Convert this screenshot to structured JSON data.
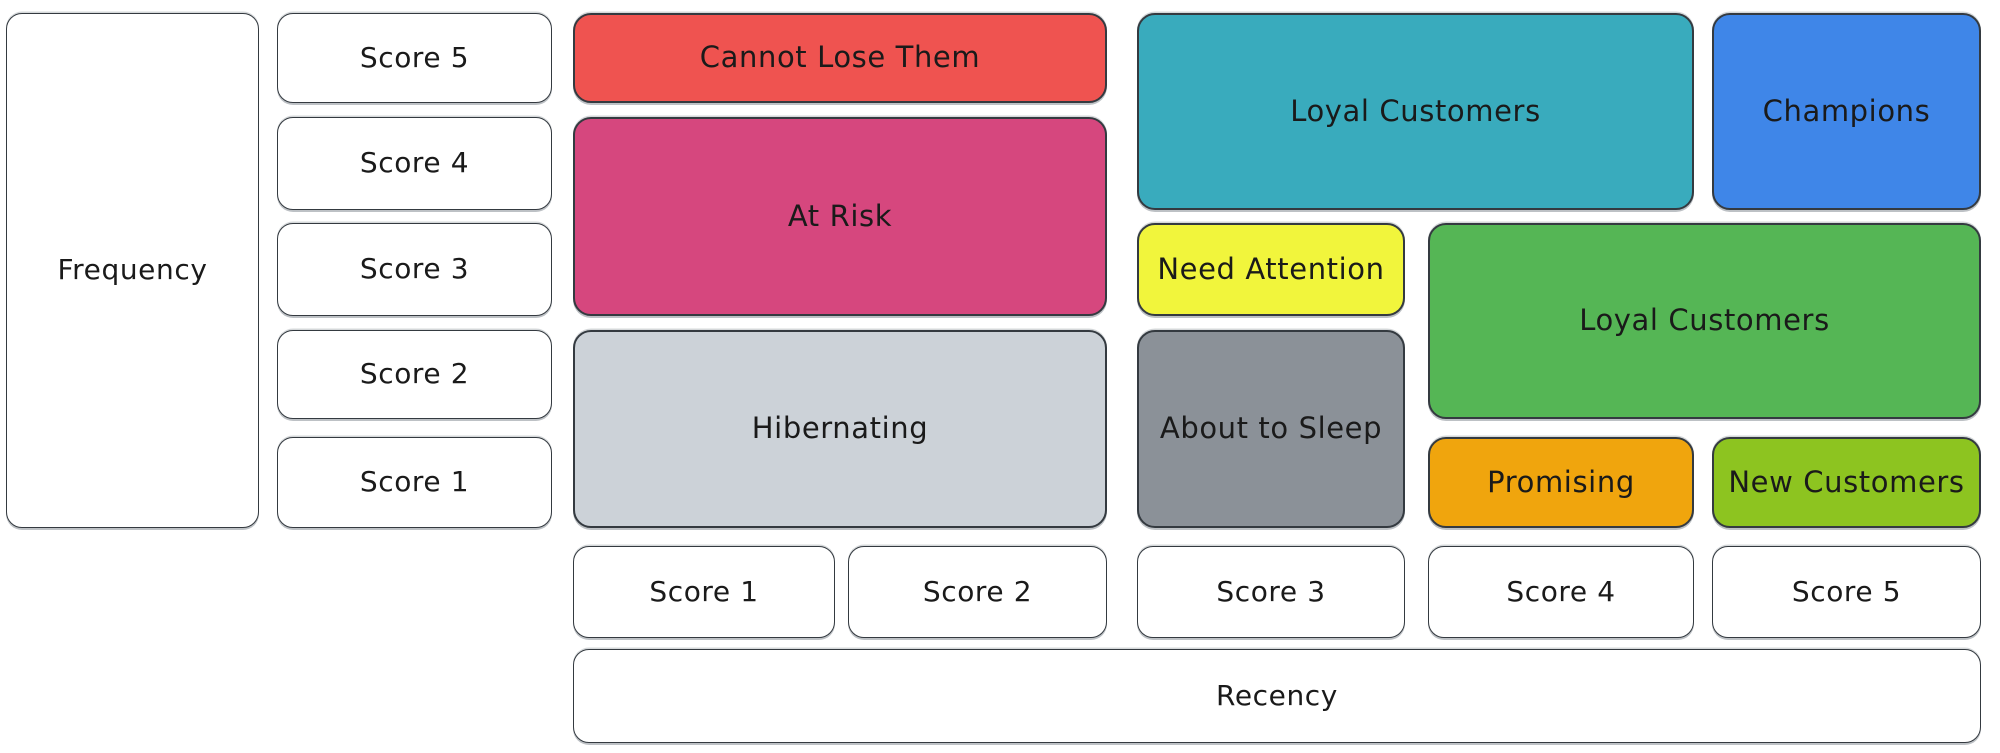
{
  "diagram": {
    "type": "rfm-segmentation-matrix",
    "background": "#ffffff",
    "border_color": "#343a40",
    "text_color": "#1a1a1a"
  },
  "axes": {
    "frequency": {
      "label": "Frequency",
      "scores": [
        "Score 5",
        "Score 4",
        "Score 3",
        "Score 2",
        "Score 1"
      ]
    },
    "recency": {
      "label": "Recency",
      "scores": [
        "Score 1",
        "Score 2",
        "Score 3",
        "Score 4",
        "Score 5"
      ]
    }
  },
  "segments": {
    "cannot_lose": {
      "label": "Cannot Lose Them",
      "color": "#ef5350",
      "recency_scores": "1-2",
      "frequency_scores": "5"
    },
    "at_risk": {
      "label": "At Risk",
      "color": "#d6477e",
      "recency_scores": "1-2",
      "frequency_scores": "3-4"
    },
    "hibernating": {
      "label": "Hibernating",
      "color": "#ccd2d8",
      "recency_scores": "1-2",
      "frequency_scores": "1-2"
    },
    "loyal_customers_top": {
      "label": "Loyal Customers",
      "color": "#39abbd",
      "recency_scores": "3-4",
      "frequency_scores": "4-5"
    },
    "champions": {
      "label": "Champions",
      "color": "#3f86e8",
      "recency_scores": "5",
      "frequency_scores": "4-5"
    },
    "need_attention": {
      "label": "Need Attention",
      "color": "#f1f53c",
      "recency_scores": "3",
      "frequency_scores": "3"
    },
    "about_to_sleep": {
      "label": "About to Sleep",
      "color": "#8b9198",
      "recency_scores": "3",
      "frequency_scores": "1-2"
    },
    "loyal_customers_right": {
      "label": "Loyal Customers",
      "color": "#55b655",
      "recency_scores": "4-5",
      "frequency_scores": "2-3"
    },
    "promising": {
      "label": "Promising",
      "color": "#f0a50d",
      "recency_scores": "4",
      "frequency_scores": "1"
    },
    "new_customers": {
      "label": "New Customers",
      "color": "#8dc420",
      "recency_scores": "5",
      "frequency_scores": "1"
    }
  }
}
